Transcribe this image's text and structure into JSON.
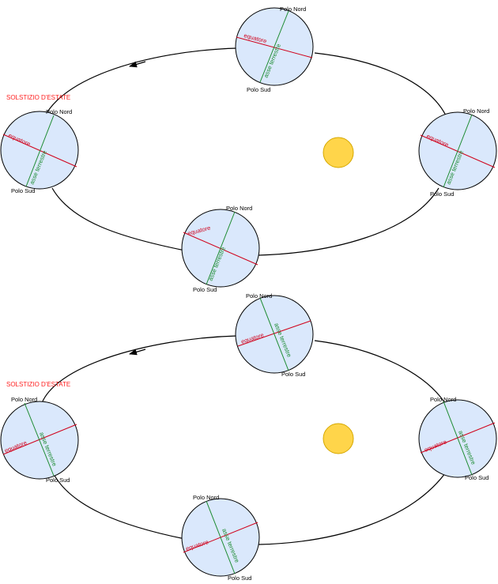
{
  "colors": {
    "earth_fill": "#dae8fc",
    "earth_stroke": "#000000",
    "equator": "#d0021b",
    "axis": "#1a8a2e",
    "sun_fill": "#ffd54a",
    "sun_stroke": "#d6a800",
    "orbit": "#000000",
    "solstice_label": "#ff2020"
  },
  "labels": {
    "north_pole": "Polo Nord",
    "south_pole": "Polo Sud",
    "equator": "equatore",
    "earth_axis": "asse terrestre",
    "summer_solstice": "SOLSTIZIO D'ESTATE"
  },
  "diagrams": [
    {
      "name": "orbit-diagram-top"
    },
    {
      "name": "orbit-diagram-bottom"
    }
  ]
}
